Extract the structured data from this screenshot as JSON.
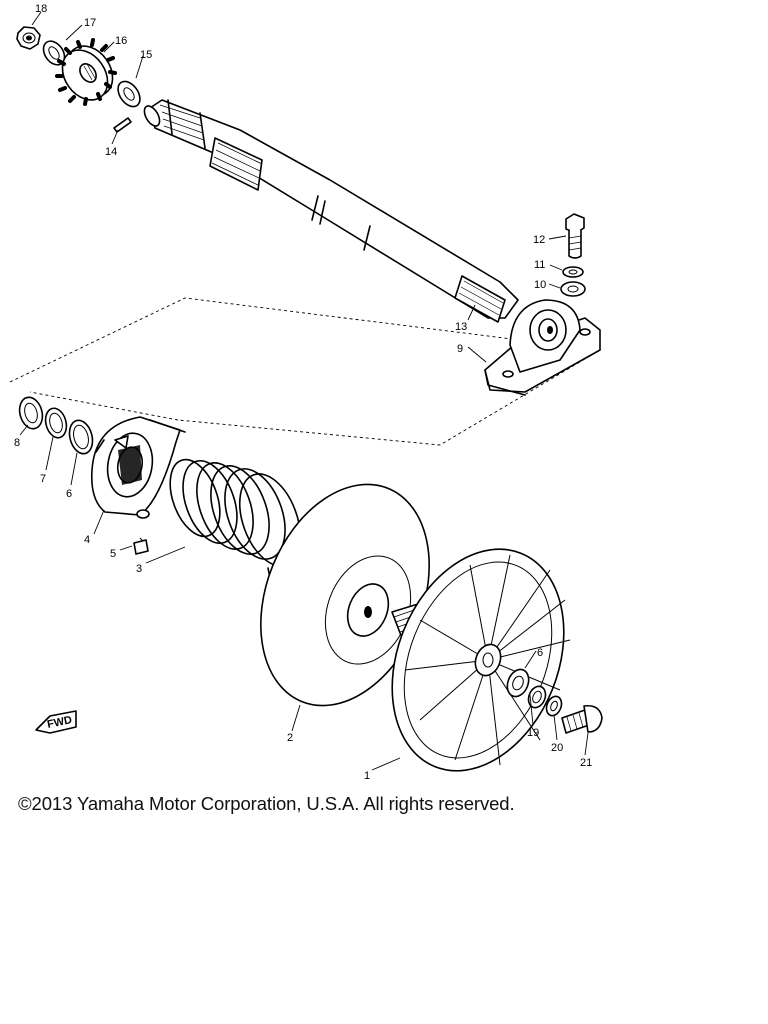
{
  "diagram": {
    "callouts": {
      "c1": "1",
      "c2": "2",
      "c3": "3",
      "c4": "4",
      "c5": "5",
      "c6a": "6",
      "c6b": "6",
      "c7": "7",
      "c8": "8",
      "c9": "9",
      "c10": "10",
      "c11": "11",
      "c12": "12",
      "c13": "13",
      "c14": "14",
      "c15": "15",
      "c16": "16",
      "c17": "17",
      "c18": "18",
      "c19": "19",
      "c20": "20",
      "c21": "21"
    },
    "fwd_mark": "FWD"
  },
  "footer": {
    "copyright": "©2013 Yamaha Motor Corporation, U.S.A. All rights reserved."
  }
}
